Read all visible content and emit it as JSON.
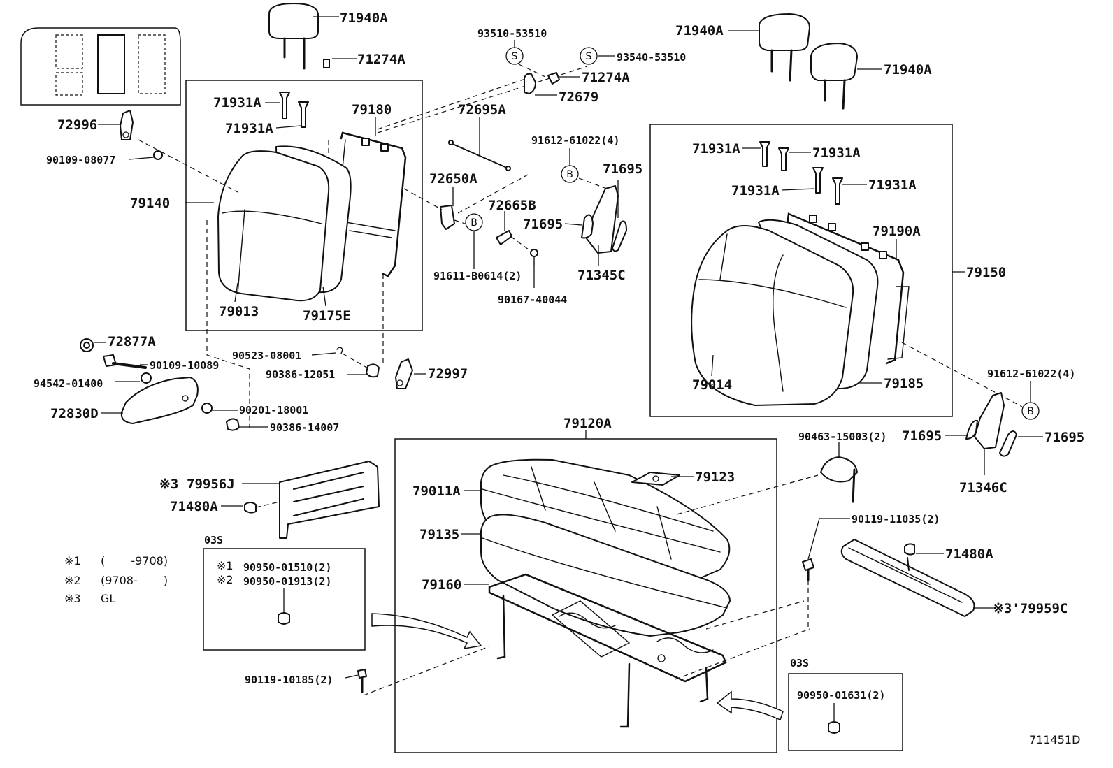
{
  "labels": {
    "p71940A_top": "71940A",
    "p71274A_top": "71274A",
    "p72996": "72996",
    "p90109_08077": "90109-08077",
    "p71931A_l1": "71931A",
    "p71931A_l2": "71931A",
    "p79180": "79180",
    "p79140": "79140",
    "p79013": "79013",
    "p79175E": "79175E",
    "p93510": "93510-53510",
    "p93540": "93540-53510",
    "p71274A_mid": "71274A",
    "p72679": "72679",
    "p72695A": "72695A",
    "p72650A": "72650A",
    "p72665B": "72665B",
    "p91611": "91611-B0614(2)",
    "p90167": "90167-40044",
    "p91612_top": "91612-61022(4)",
    "p71695_a": "71695",
    "p71695_b": "71695",
    "p71345C": "71345C",
    "p71940A_r1": "71940A",
    "p71940A_r2": "71940A",
    "p71931A_r1": "71931A",
    "p71931A_r2": "71931A",
    "p71931A_r3": "71931A",
    "p71931A_r4": "71931A",
    "p79190A": "79190A",
    "p79150": "79150",
    "p79014": "79014",
    "p79185": "79185",
    "p91612_right": "91612-61022(4)",
    "p71695_c": "71695",
    "p71695_d": "71695",
    "p71346C": "71346C",
    "p72877A": "72877A",
    "p90109_10089": "90109-10089",
    "p94542": "94542-01400",
    "p72830D": "72830D",
    "p90523": "90523-08001",
    "p90386_12051": "90386-12051",
    "p72997": "72997",
    "p90201": "90201-18001",
    "p90386_14007": "90386-14007",
    "p79120A": "79120A",
    "p79123": "79123",
    "p79011A": "79011A",
    "p79135": "79135",
    "p79160": "79160",
    "p90463": "90463-15003(2)",
    "p90119_11035": "90119-11035(2)",
    "p71480A_right": "71480A",
    "p79959C": "※3'79959C",
    "p79956J_mark": "※3",
    "p79956J": "79956J",
    "p71480A_left": "71480A",
    "p90119_10185": "90119-10185(2)",
    "box03s_left_title": "03S",
    "box03s_left_m1": "※1",
    "box03s_left_v1": "90950-01510(2)",
    "box03s_left_m2": "※2",
    "box03s_left_v2": "90950-01913(2)",
    "box03s_right_title": "03S",
    "box03s_right_v": "90950-01631(2)",
    "figure_id": "711451D"
  },
  "symbols": {
    "s": "S",
    "b": "B"
  },
  "legend": [
    {
      "mark": "※1",
      "text": "(　　 -9708)"
    },
    {
      "mark": "※2",
      "text": "(9708-　　 )"
    },
    {
      "mark": "※3",
      "text": "GL"
    }
  ]
}
